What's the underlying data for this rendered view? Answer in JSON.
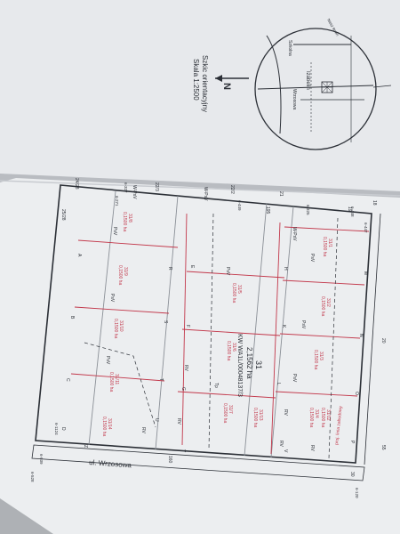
{
  "inset": {
    "scale_title": "Szkic orientacyjny",
    "scale_value": "Skala 1:2500",
    "north": "N",
    "label_izabelin": "Izabelin",
    "label_wrzosowa": "Wrzosowa",
    "label_szkolna": "Szkolna",
    "label_top": "Nasz teren"
  },
  "plan": {
    "parcel_main_number": "31",
    "parcel_main_area": "2,1562 ha",
    "kw_number": "KW WA1L/00048137/3",
    "street": "ul. Wrzosowa",
    "boundary_note": "proj. linia zabudowy",
    "plots": [
      {
        "num": "31/1",
        "area": "0,1500 ha"
      },
      {
        "num": "31/2",
        "area": "0,1500 ha"
      },
      {
        "num": "31/3",
        "area": "0,1500 ha"
      },
      {
        "num": "31/4",
        "area": "0,1500 ha"
      },
      {
        "num": "31/5",
        "area": "0,1500 ha"
      },
      {
        "num": "31/6",
        "area": "0,1500 ha"
      },
      {
        "num": "31/7",
        "area": "0,1500 ha"
      },
      {
        "num": "31/8",
        "area": "0,1500 ha"
      },
      {
        "num": "31/9",
        "area": "0,1500 ha"
      },
      {
        "num": "31/10",
        "area": "0,1500 ha"
      },
      {
        "num": "31/11",
        "area": "0,1500 ha"
      },
      {
        "num": "31/12",
        "area": "0,1500 ha"
      },
      {
        "num": "31/13",
        "area": "0,1500 ha"
      },
      {
        "num": "31/14",
        "area": "0,1500 ha"
      }
    ],
    "soil_classes": [
      "PsV",
      "PsV",
      "PsV",
      "PsV",
      "PsV",
      "PsV",
      "PsV",
      "RV",
      "RV",
      "RV",
      "RV",
      "RV",
      "RV",
      "Tp",
      "W-PsV",
      "W-PsV",
      "W-PsV"
    ],
    "neighbors": [
      "18",
      "19",
      "20",
      "21",
      "22/2",
      "22/3",
      "24/28",
      "25/28",
      "30",
      "55",
      "160",
      "195"
    ],
    "corner_letters": [
      "A",
      "B",
      "C",
      "D",
      "E",
      "F",
      "G",
      "H",
      "K",
      "L",
      "M",
      "N",
      "O",
      "P",
      "R",
      "S",
      "T",
      "U",
      "V",
      "Y",
      "Z"
    ],
    "survey_points": [
      "6-447",
      "6-448",
      "6-449",
      "6-120",
      "6-1124",
      "6-939",
      "6-528",
      "6-327",
      "6-271",
      "6-325"
    ]
  },
  "colors": {
    "paper": "#eceef0",
    "background": "#b9bcc1",
    "ink": "#2b2f36",
    "red": "#c2374a",
    "green": "#3d7a3d"
  }
}
